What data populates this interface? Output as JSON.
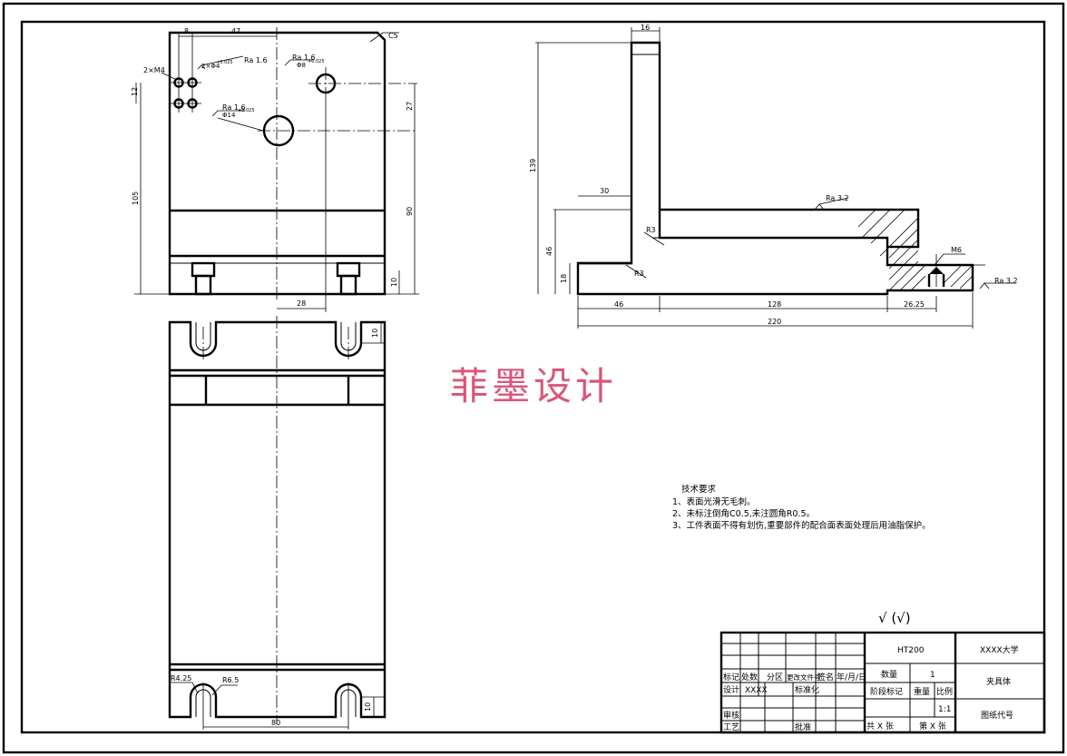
{
  "watermark": "菲墨设计",
  "dimensions": {
    "front": {
      "d8": "8",
      "d47": "47",
      "c5": "C5",
      "holes_2xm4": "2×M4",
      "d12": "12",
      "d105": "105",
      "d27": "27",
      "d90": "90",
      "d10": "10",
      "d28": "28",
      "ra_a": "Ra 1.6",
      "ra_b": "Ra 1.6",
      "ra_c": "Ra 1.6",
      "fit_a": "2×Φ4",
      "fit_a_tol": "+0.025",
      "fit_b": "Φ8",
      "fit_b_tol": "+0.025",
      "fit_c": "Φ14",
      "fit_c_tol": "+0.025"
    },
    "side": {
      "d16": "16",
      "d139": "139",
      "d30": "30",
      "d46": "46",
      "d18": "18",
      "r3a": "R3",
      "r3b": "R3",
      "d46b": "46",
      "d128": "128",
      "d2625": "26.25",
      "d220": "220",
      "m6": "M6",
      "ra32a": "Ra 3.2",
      "ra32b": "Ra 3.2"
    },
    "top": {
      "d10a": "10",
      "d10b": "10",
      "r425": "R4.25",
      "r65": "R6.5",
      "d80": "80"
    }
  },
  "tech_notes": {
    "title": "技术要求",
    "items": [
      "1、表面光滑无毛刺。",
      "2、未标注倒角C0.5,未注圆角R0.5。",
      "3、工件表面不得有划伤,重要部件的配合面表面处理后用油脂保护。"
    ]
  },
  "roughness_symbols": "√  (√)",
  "title_block": {
    "material": "HT200",
    "school": "XXXX大学",
    "part_name": "夹具体",
    "drawing_no_label": "图纸代号",
    "qty_label": "数量",
    "qty_value": "1",
    "stage_label": "阶段标记",
    "weight_label": "重量",
    "scale_label": "比例",
    "scale_value": "1:1",
    "sheets_total": "共 X 张",
    "sheet_no": "第 X 张",
    "rev_mark": "标记",
    "rev_qty": "处数",
    "rev_zone": "分区",
    "rev_doc": "更改文件号",
    "rev_sign": "签名",
    "rev_date": "年/月/日",
    "design_label": "设计",
    "design_value": "XXXX",
    "standard_label": "标准化",
    "check_label": "审核",
    "process_label": "工艺",
    "approve_label": "批准"
  }
}
